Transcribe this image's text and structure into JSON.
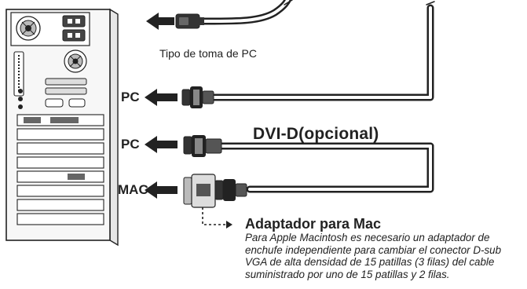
{
  "power": {
    "caption": "Tipo de toma de PC",
    "connector_icon": "power-plug-icon"
  },
  "connections": [
    {
      "label": "PC",
      "connector_icon": "vga-d-sub-connector-icon"
    },
    {
      "label": "PC",
      "connector_icon": "dvi-connector-icon"
    },
    {
      "label": "MAC",
      "connector_icon": "mac-adapter-vga-connector-icon"
    }
  ],
  "dvi": {
    "label": "DVI-D(opcional)"
  },
  "mac_adapter": {
    "title": "Adaptador para Mac",
    "description_lines": [
      "Para Apple Macintosh es necesario un adaptador de",
      "enchufe independiente para cambiar el conector D-sub",
      "VGA de alta densidad de 15 patillas (3 filas) del cable",
      "suministrado por uno de 15 patillas y 2 filas."
    ]
  },
  "colors": {
    "ink": "#222222",
    "cable_outline": "#222222",
    "cable_fill": "#ffffff",
    "panel_fill": "#f4f4f4"
  }
}
